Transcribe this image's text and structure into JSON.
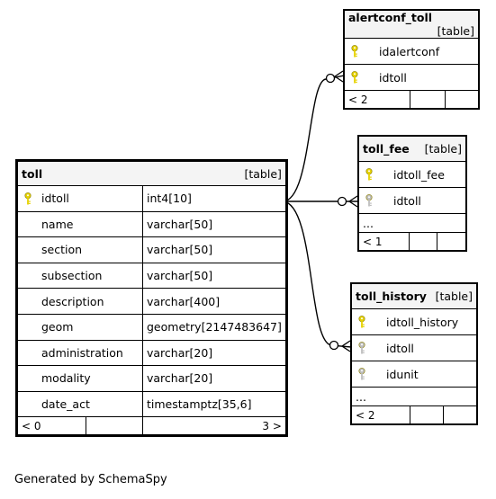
{
  "main_table": {
    "name": "toll",
    "kind": "[table]",
    "columns": [
      {
        "name": "idtoll",
        "type": "int4[10]",
        "pk": true
      },
      {
        "name": "name",
        "type": "varchar[50]"
      },
      {
        "name": "section",
        "type": "varchar[50]"
      },
      {
        "name": "subsection",
        "type": "varchar[50]"
      },
      {
        "name": "description",
        "type": "varchar[400]"
      },
      {
        "name": "geom",
        "type": "geometry[2147483647]"
      },
      {
        "name": "administration",
        "type": "varchar[20]"
      },
      {
        "name": "modality",
        "type": "varchar[20]"
      },
      {
        "name": "date_act",
        "type": "timestamptz[35,6]"
      }
    ],
    "footer": {
      "parents": "< 0",
      "children": "3 >"
    }
  },
  "related_tables": [
    {
      "name": "alertconf_toll",
      "kind": "[table]",
      "columns": [
        {
          "name": "idalertconf",
          "key": "pk"
        },
        {
          "name": "idtoll",
          "key": "pk"
        }
      ],
      "footer": {
        "parents": "< 2"
      }
    },
    {
      "name": "toll_fee",
      "kind": "[table]",
      "columns": [
        {
          "name": "idtoll_fee",
          "key": "pk"
        },
        {
          "name": "idtoll",
          "key": "fk"
        }
      ],
      "more": "...",
      "footer": {
        "parents": "< 1"
      }
    },
    {
      "name": "toll_history",
      "kind": "[table]",
      "columns": [
        {
          "name": "idtoll_history",
          "key": "pk"
        },
        {
          "name": "idtoll",
          "key": "fk"
        },
        {
          "name": "idunit",
          "key": "fk"
        }
      ],
      "more": "...",
      "footer": {
        "parents": "< 2"
      }
    }
  ],
  "colors": {
    "primary_key": "#e6d200",
    "foreign_key": "#bdbdbd",
    "header_bg": "#f4f4f4"
  },
  "credit": "Generated by SchemaSpy"
}
